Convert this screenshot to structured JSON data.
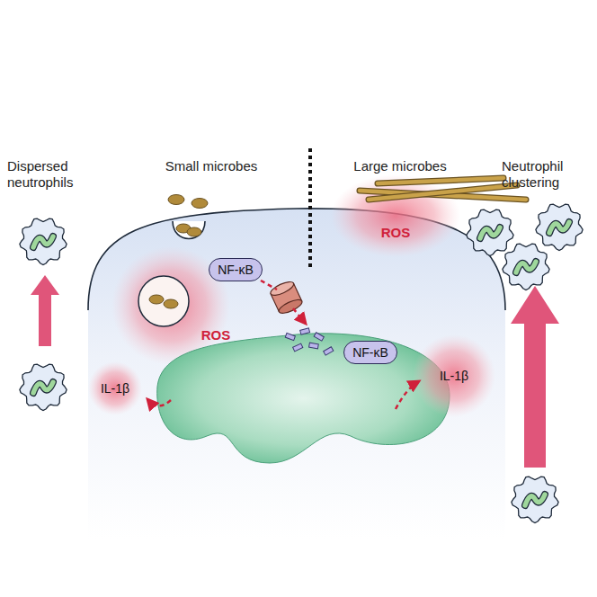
{
  "diagram": {
    "nodes": [
      {
        "text": [
          "NF-κB"
        ]
      },
      {
        "text": [
          "ROS"
        ]
      },
      {
        "text": [
          "IL-1β"
        ]
      },
      {
        "text": [
          "ROS"
        ]
      },
      {
        "text": [
          "NF-κB"
        ]
      },
      {
        "text": [
          "IL-1β"
        ]
      }
    ],
    "labels": [
      "Dispersed neutrophils",
      "Small microbes",
      "Large microbes",
      "Neutrophil clustering"
    ]
  }
}
